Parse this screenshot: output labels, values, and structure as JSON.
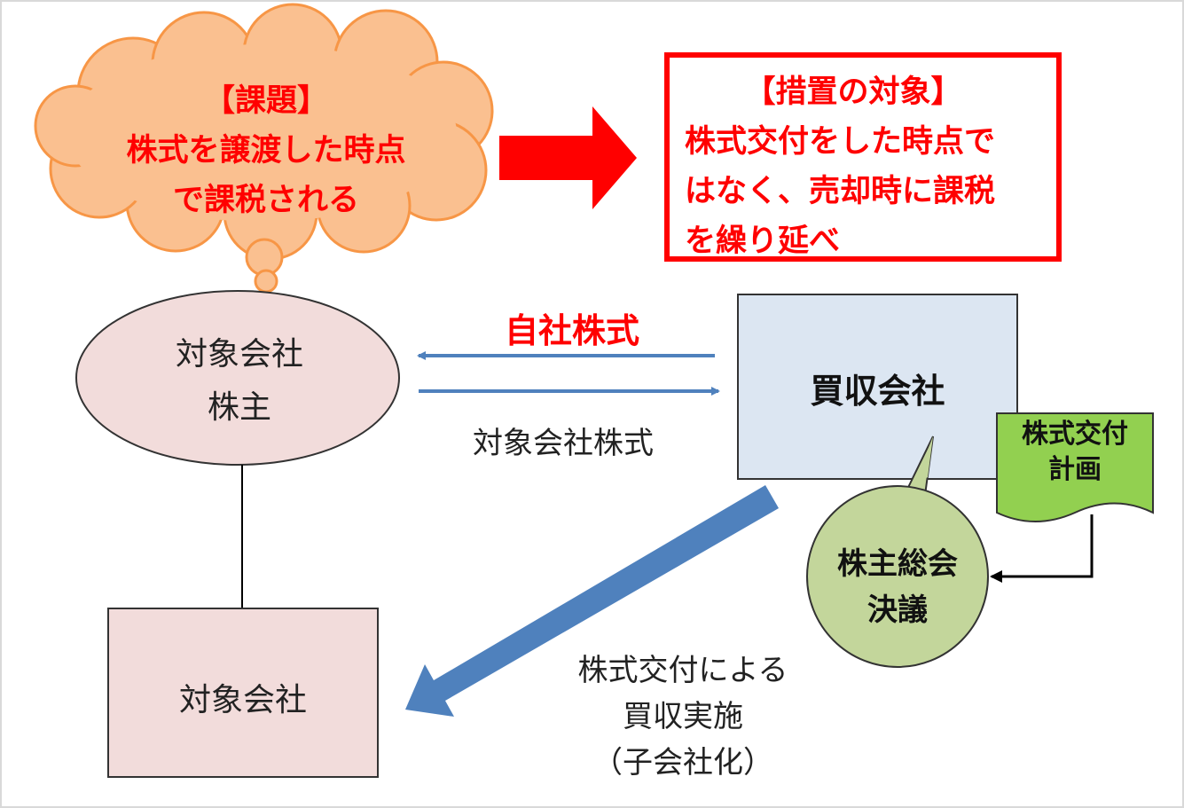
{
  "cloud": {
    "line1": "【課題】",
    "line2": "株式を譲渡した時点",
    "line3": "で課税される"
  },
  "measure": {
    "line1": "【措置の対象】",
    "line2": "株式交付をした時点で",
    "line3": "はなく、売却時に課税",
    "line4": "を繰り延べ"
  },
  "flows": {
    "own_stock": "自社株式",
    "target_stock": "対象会社株式"
  },
  "shareholder": {
    "line1": "対象会社",
    "line2": "株主"
  },
  "acquirer": {
    "label": "買収会社"
  },
  "plan": {
    "line1": "株式交付",
    "line2": "計画"
  },
  "meeting": {
    "line1": "株主総会",
    "line2": "決議"
  },
  "target_company": {
    "label": "対象会社"
  },
  "implementation": {
    "line1": "株式交付による",
    "line2": "買収実施",
    "line3": "（子会社化）"
  },
  "colors": {
    "cloud_fill": "#fac090",
    "cloud_stroke": "#f79646",
    "red": "#ff0000",
    "pink_fill": "#f2dcdb",
    "blue_fill": "#dce6f2",
    "blue_arrow": "#4f81bd",
    "green_fill": "#c3d69b",
    "plan_fill": "#92d050"
  }
}
